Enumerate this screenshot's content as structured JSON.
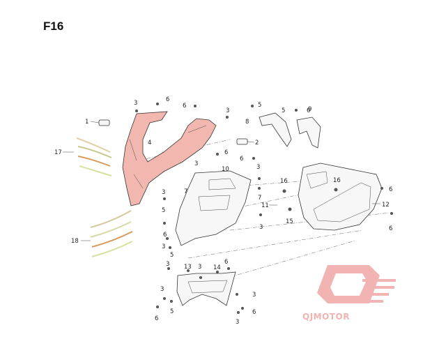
{
  "diagram": {
    "code": "F16",
    "brand_text": "QJMOTOR",
    "brand_color": "#f2b3b3",
    "highlight_color": "#f2b8b0",
    "labels": [
      {
        "id": "l1",
        "text": "1"
      },
      {
        "id": "l2",
        "text": "2"
      },
      {
        "id": "l3a",
        "text": "3"
      },
      {
        "id": "l3b",
        "text": "3"
      },
      {
        "id": "l3c",
        "text": "3"
      },
      {
        "id": "l3d",
        "text": "3"
      },
      {
        "id": "l3e",
        "text": "3"
      },
      {
        "id": "l3f",
        "text": "3"
      },
      {
        "id": "l3g",
        "text": "3"
      },
      {
        "id": "l3h",
        "text": "3"
      },
      {
        "id": "l3i",
        "text": "3"
      },
      {
        "id": "l3j",
        "text": "3"
      },
      {
        "id": "l3k",
        "text": "3"
      },
      {
        "id": "l3l",
        "text": "3"
      },
      {
        "id": "l4",
        "text": "4"
      },
      {
        "id": "l5a",
        "text": "5"
      },
      {
        "id": "l5b",
        "text": "5"
      },
      {
        "id": "l5c",
        "text": "5"
      },
      {
        "id": "l5d",
        "text": "5"
      },
      {
        "id": "l5e",
        "text": "5"
      },
      {
        "id": "l6a",
        "text": "6"
      },
      {
        "id": "l6b",
        "text": "6"
      },
      {
        "id": "l6c",
        "text": "6"
      },
      {
        "id": "l6d",
        "text": "6"
      },
      {
        "id": "l6e",
        "text": "6"
      },
      {
        "id": "l6f",
        "text": "6"
      },
      {
        "id": "l6g",
        "text": "6"
      },
      {
        "id": "l6h",
        "text": "6"
      },
      {
        "id": "l6i",
        "text": "6"
      },
      {
        "id": "l6j",
        "text": "6"
      },
      {
        "id": "l6k",
        "text": "6"
      },
      {
        "id": "l7a",
        "text": "7"
      },
      {
        "id": "l7b",
        "text": "7"
      },
      {
        "id": "l8",
        "text": "8"
      },
      {
        "id": "l9",
        "text": "9"
      },
      {
        "id": "l10",
        "text": "10"
      },
      {
        "id": "l11",
        "text": "11"
      },
      {
        "id": "l12",
        "text": "12"
      },
      {
        "id": "l13",
        "text": "13"
      },
      {
        "id": "l14",
        "text": "14"
      },
      {
        "id": "l15",
        "text": "15"
      },
      {
        "id": "l16a",
        "text": "16"
      },
      {
        "id": "l16b",
        "text": "16"
      },
      {
        "id": "l17",
        "text": "17"
      },
      {
        "id": "l18",
        "text": "18"
      }
    ]
  }
}
